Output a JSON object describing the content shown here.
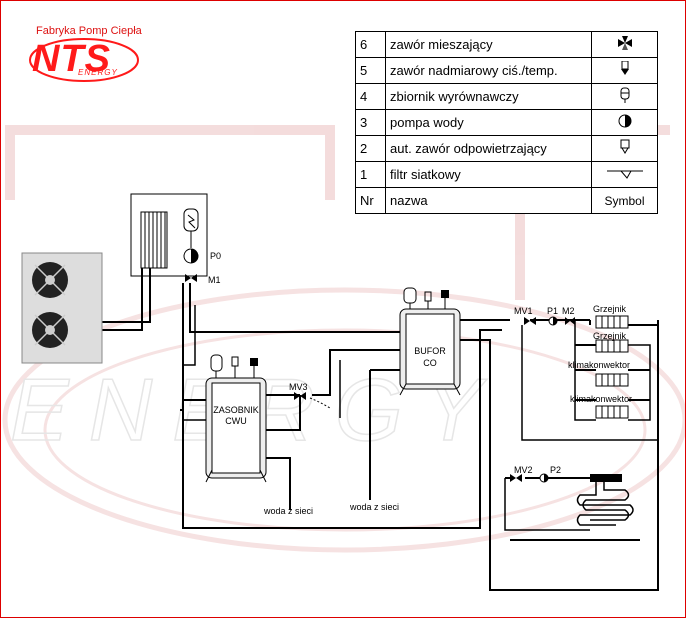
{
  "brand": {
    "tagline": "Fabryka Pomp Ciepła",
    "logo_text": "NTS",
    "logo_subtext": "ENERGY",
    "accent_color": "#ff1a1a",
    "watermark_text": "ENERGY"
  },
  "legend": {
    "rows": [
      {
        "nr": "6",
        "name": "zawór mieszający",
        "symbol": "mixing-valve-icon"
      },
      {
        "nr": "5",
        "name": "zawór nadmiarowy ciś./temp.",
        "symbol": "pressure-relief-valve-icon"
      },
      {
        "nr": "4",
        "name": "zbiornik wyrównawczy",
        "symbol": "expansion-tank-icon"
      },
      {
        "nr": "3",
        "name": "pompa wody",
        "symbol": "water-pump-icon"
      },
      {
        "nr": "2",
        "name": "aut. zawór odpowietrzający",
        "symbol": "air-vent-valve-icon"
      },
      {
        "nr": "1",
        "name": "filtr siatkowy",
        "symbol": "mesh-filter-icon"
      }
    ],
    "header": {
      "nr": "Nr",
      "name": "nazwa",
      "symbol": "Symbol"
    }
  },
  "labels": {
    "p0": "P0",
    "m1": "M1",
    "mv3": "MV3",
    "zasobnik": "ZASOBNIK",
    "cwu": "CWU",
    "bufor": "BUFOR",
    "co": "CO",
    "mv1": "MV1",
    "p1": "P1",
    "m2": "M2",
    "grzejnik1": "Grzejnik",
    "grzejnik2": "Grzejnik",
    "klima1": "klimakonwektor",
    "klima2": "klimakonwektor",
    "mv2": "MV2",
    "p2": "P2",
    "woda1": "woda z sieci",
    "woda2": "woda z sieci"
  }
}
